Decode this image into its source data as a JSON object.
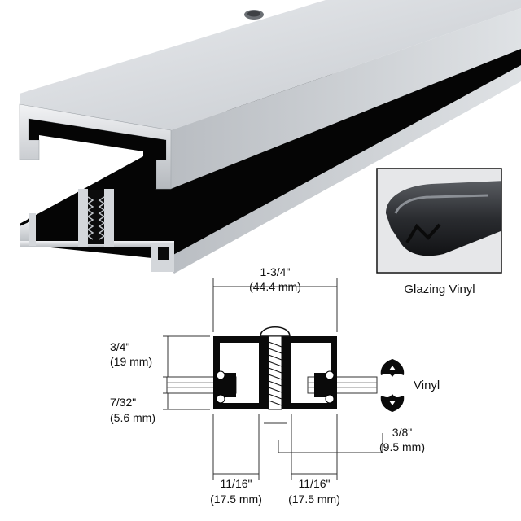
{
  "dimensions": {
    "width_top": {
      "imperial": "1-3/4\"",
      "metric": "(44.4 mm)"
    },
    "height": {
      "imperial": "3/4\"",
      "metric": "(19 mm)"
    },
    "base_thickness": {
      "imperial": "7/32\"",
      "metric": "(5.6 mm)"
    },
    "center_gap": {
      "imperial": "3/8\"",
      "metric": "(9.5 mm)"
    },
    "left_channel": {
      "imperial": "11/16\"",
      "metric": "(17.5 mm)"
    },
    "right_channel": {
      "imperial": "11/16\"",
      "metric": "(17.5 mm)"
    }
  },
  "labels": {
    "vinyl": "Vinyl",
    "inset_caption": "Glazing Vinyl"
  },
  "colors": {
    "aluminum": "#c9cdd2",
    "shadow": "#0a0a0a",
    "vinyl": "#222222"
  }
}
